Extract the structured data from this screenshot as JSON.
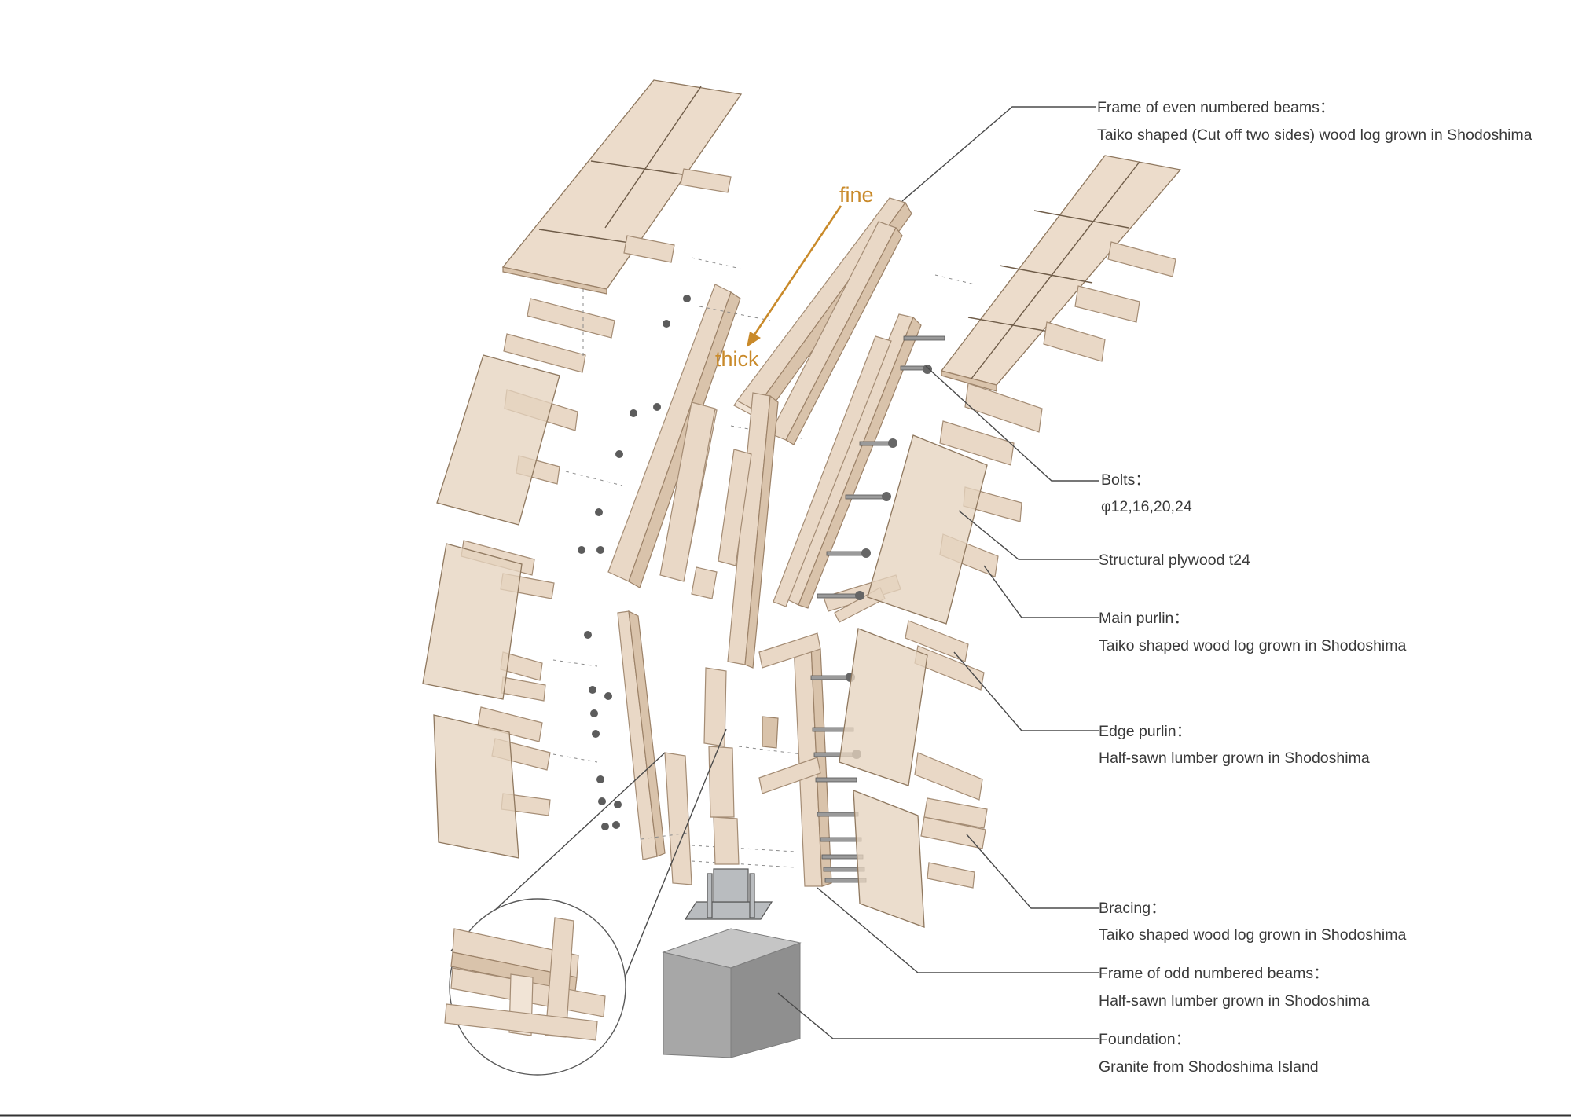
{
  "direction": {
    "fine": "fine",
    "thick": "thick"
  },
  "labels": [
    {
      "title": "Frame of even numbered beams：",
      "desc": "Taiko shaped (Cut off two sides) wood log grown in Shodoshima"
    },
    {
      "title": "Bolts：",
      "desc": "φ12,16,20,24"
    },
    {
      "title": "Structural plywood t24",
      "desc": ""
    },
    {
      "title": "Main purlin：",
      "desc": "Taiko shaped wood log grown in Shodoshima"
    },
    {
      "title": "Edge purlin：",
      "desc": "Half-sawn lumber grown in Shodoshima"
    },
    {
      "title": "Bracing：",
      "desc": "Taiko shaped wood log grown in Shodoshima"
    },
    {
      "title": "Frame of odd numbered beams：",
      "desc": "Half-sawn lumber grown in Shodoshima"
    },
    {
      "title": "Foundation：",
      "desc": "Granite from Shodoshima Island"
    }
  ],
  "colors": {
    "wood": "#e9d8c6",
    "accent": "#c98a2a",
    "stone": "#a7a7a7",
    "text": "#3a3a3a"
  }
}
